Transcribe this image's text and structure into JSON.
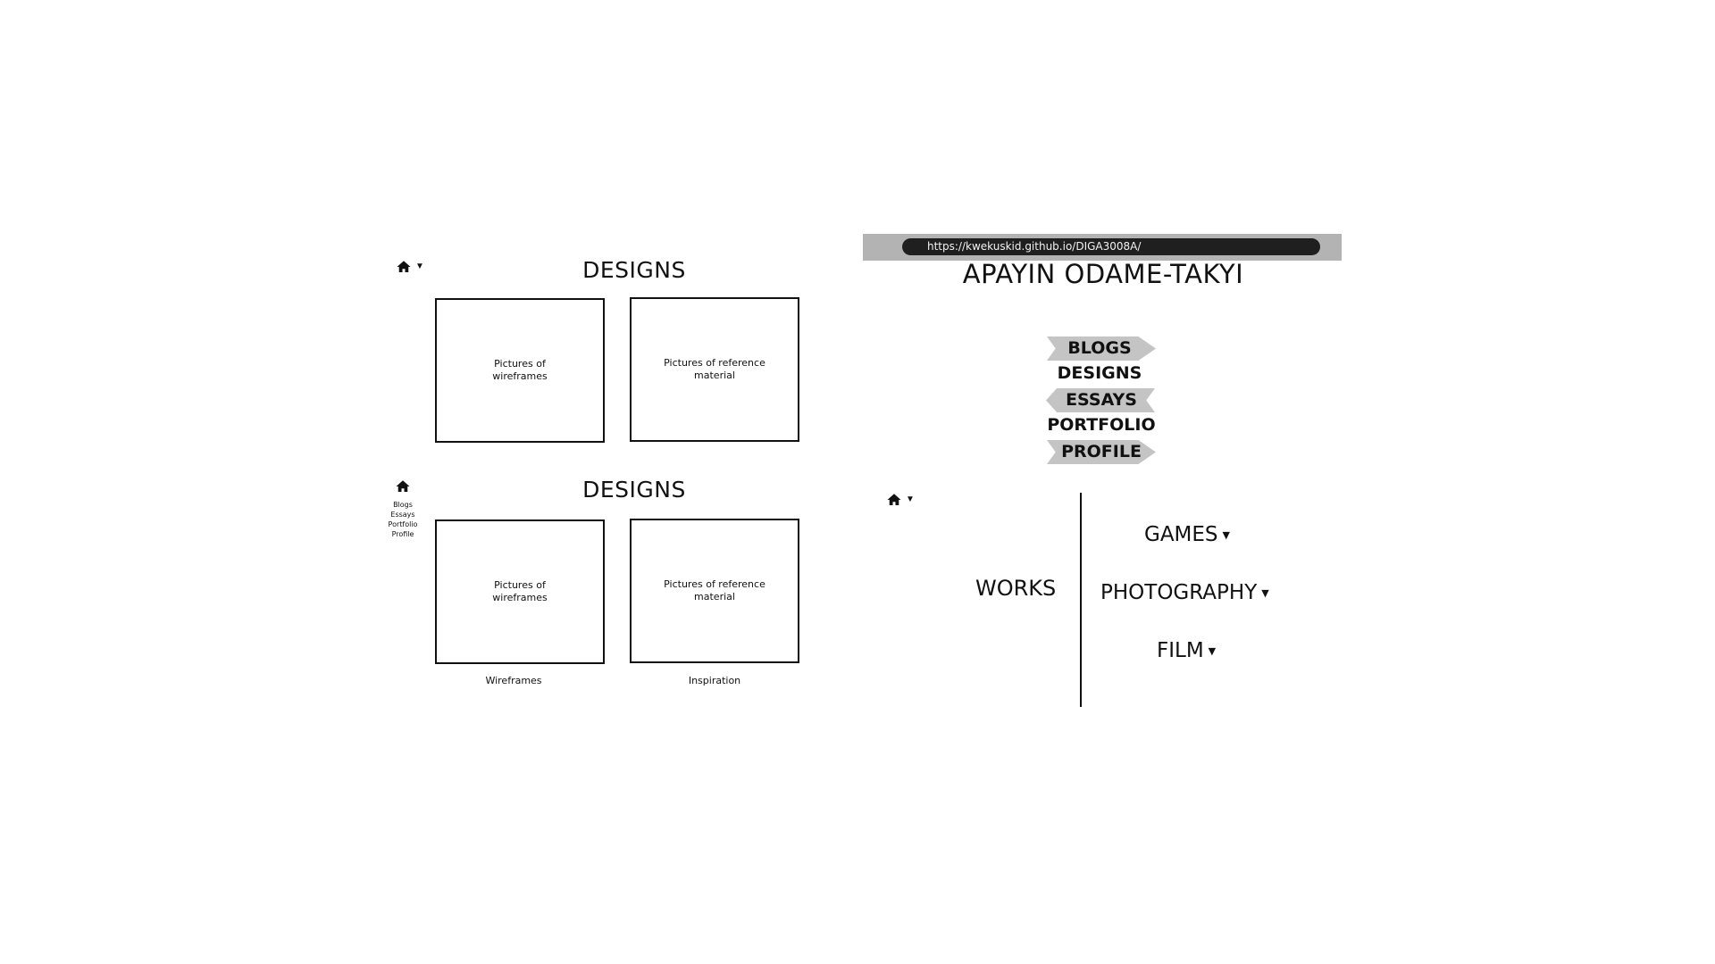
{
  "wireframe_a": {
    "title": "DESIGNS",
    "box_left": "Pictures of wireframes",
    "box_right": "Pictures of reference material"
  },
  "wireframe_b": {
    "title": "DESIGNS",
    "menu": [
      "Blogs",
      "Essays",
      "Portfolio",
      "Profile"
    ],
    "box_left": "Pictures of wireframes",
    "box_right": "Pictures of reference material",
    "caption_left": "Wireframes",
    "caption_right": "Inspiration"
  },
  "homepage": {
    "url": "https://kwekuskid.github.io/DIGA3008A/",
    "site_name": "APAYIN ODAME-TAKYI",
    "menu": [
      "BLOGS",
      "DESIGNS",
      "ESSAYS",
      "PORTFOLIO",
      "PROFILE"
    ]
  },
  "works": {
    "label": "WORKS",
    "items": [
      "GAMES",
      "PHOTOGRAPHY",
      "FILM"
    ]
  },
  "icons": {
    "home": "home-icon",
    "dropdown": "caret-down-icon"
  },
  "colors": {
    "bar": "#b3b3b3",
    "url_pill": "#1f1f1f",
    "flag": "#c4c4c4",
    "ink": "#111111"
  }
}
